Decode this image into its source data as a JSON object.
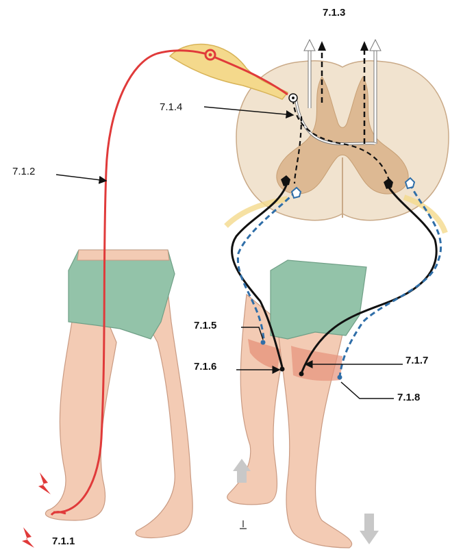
{
  "labels": {
    "l711": "7.1.1",
    "l712": "7.1.2",
    "l713": "7.1.3",
    "l714": "7.1.4",
    "l715": "7.1.5",
    "l716": "7.1.6",
    "l717": "7.1.7",
    "l718": "7.1.8"
  },
  "colors": {
    "sensory_neuron": "#e03a3a",
    "excitatory_path": "#111111",
    "inhibitory_path": "#2f6ea8",
    "ascending_tract": "#ffffff",
    "spinal_cord": "#f1e3cf",
    "gray_matter": "#ddb993",
    "ganglion": "#f4d98c",
    "shorts": "#93c3a9",
    "skin": "#f3cbb4",
    "muscle": "#e6927a"
  }
}
